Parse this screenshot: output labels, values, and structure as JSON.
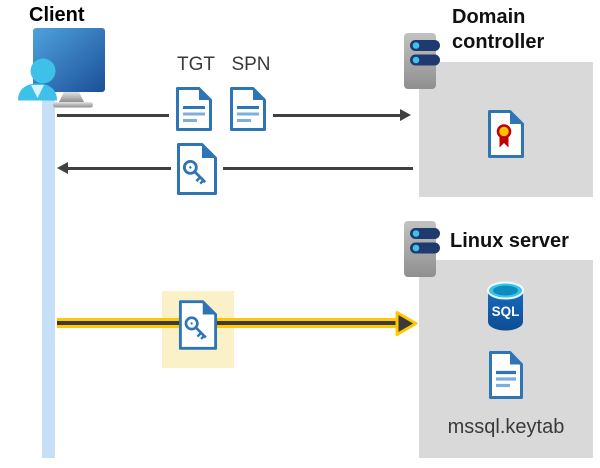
{
  "client": {
    "label": "Client"
  },
  "tickets": {
    "tgt": "TGT",
    "spn": "SPN"
  },
  "domain_controller": {
    "title": "Domain controller"
  },
  "linux_server": {
    "title": "Linux server",
    "sql_badge": "SQL",
    "keytab_filename": "mssql.keytab"
  },
  "flows": [
    {
      "from": "Client",
      "to": "Domain controller",
      "highlighted": false
    },
    {
      "from": "Domain controller",
      "to": "Client",
      "highlighted": false
    },
    {
      "from": "Client",
      "to": "Linux server",
      "highlighted": true
    }
  ],
  "icons": {
    "client": "monitor-user",
    "domain_controller": "server-rack",
    "linux_server": "server-rack",
    "tgt": "text-document",
    "spn": "text-document",
    "ticket": "key-document",
    "certificate": "certificate-document",
    "database": "sql-database-cylinder",
    "keytab": "text-document"
  },
  "colors": {
    "doc_blue": "#2e75b6",
    "doc_line_light": "#7faedc",
    "panel_gray": "#d9d9d9",
    "lifeline_blue": "#c7e0f7",
    "highlight_yellow": "#faf1c9",
    "arrow_yellow": "#ffc800",
    "arrow_dark": "#404040",
    "cert_gold": "#ffc000",
    "cert_red": "#c00000",
    "sql_top_cyan": "#35c6ec",
    "server_navy": "#1e3a6e",
    "server_dot_cyan": "#41c0ea",
    "person_cyan": "#3ec1e9"
  }
}
